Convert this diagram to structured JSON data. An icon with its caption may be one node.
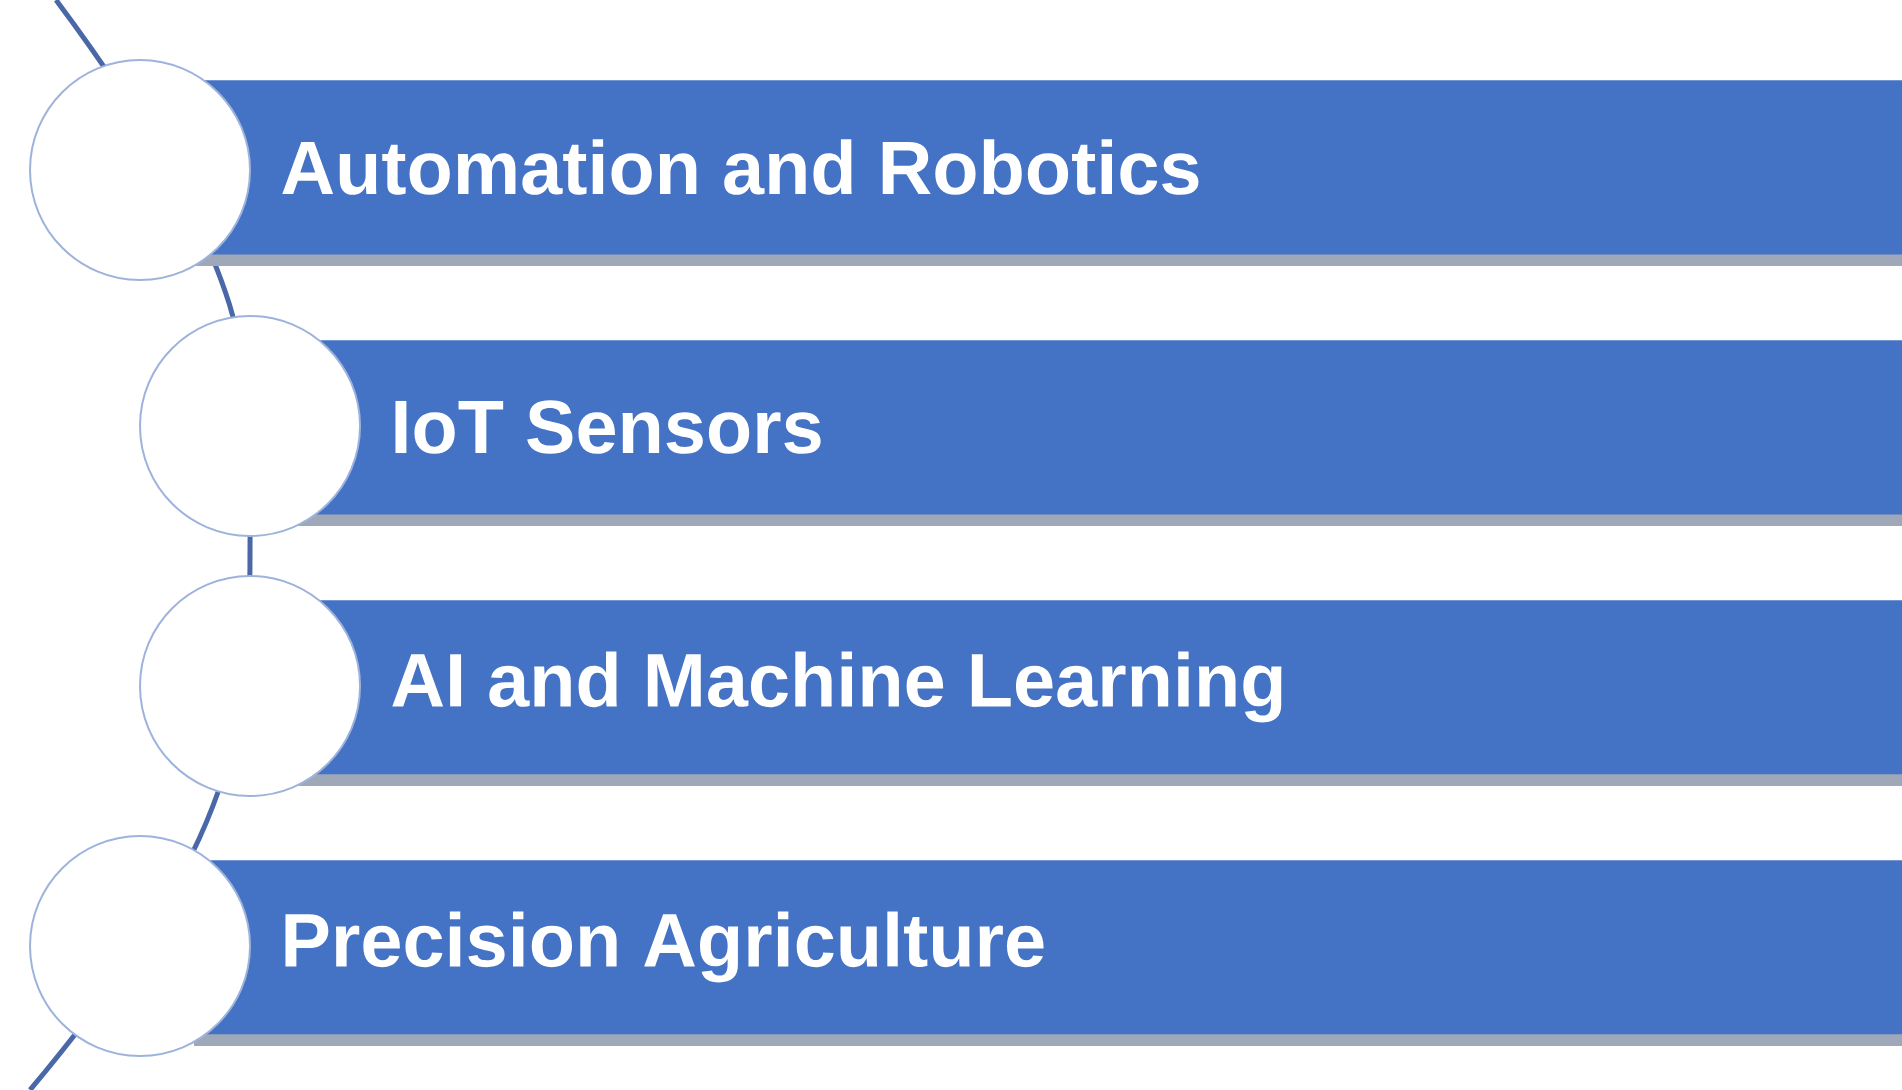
{
  "diagram": {
    "nodes": [
      {
        "text": [],
        "shape": "circle"
      },
      {
        "text": [
          "Automation and Robotics"
        ]
      },
      {
        "text": [],
        "shape": "circle"
      },
      {
        "text": [
          "IoT Sensors"
        ]
      },
      {
        "text": [],
        "shape": "circle"
      },
      {
        "text": [
          "AI and Machine Learning"
        ]
      },
      {
        "text": [],
        "shape": "circle"
      },
      {
        "text": [
          "Precision Agriculture"
        ]
      }
    ]
  }
}
